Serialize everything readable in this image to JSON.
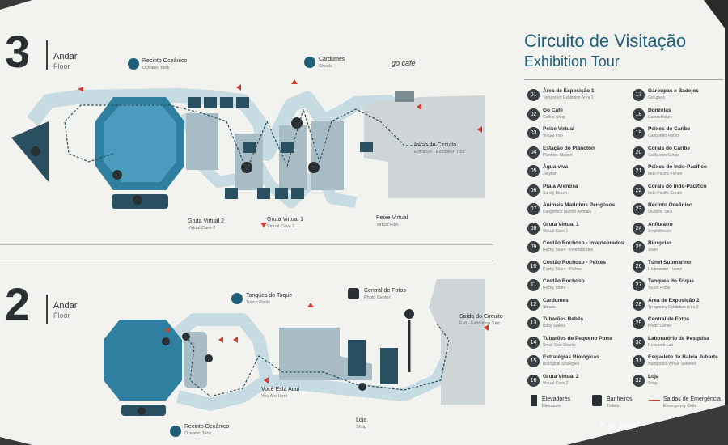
{
  "floors": [
    {
      "number": "3",
      "label": "Andar",
      "label_en": "Floor"
    },
    {
      "number": "2",
      "label": "Andar",
      "label_en": "Floor"
    }
  ],
  "title": {
    "pt": "Circuito de Visitação",
    "en": "Exhibition Tour"
  },
  "legend": [
    {
      "num": "01",
      "pt": "Área de Exposição 1",
      "en": "Temporary Exhibition Area 1"
    },
    {
      "num": "02",
      "pt": "Go Café",
      "en": "Coffee Shop"
    },
    {
      "num": "03",
      "pt": "Peixe Virtual",
      "en": "Virtual Fish"
    },
    {
      "num": "04",
      "pt": "Estação do Plâncton",
      "en": "Plankton Station"
    },
    {
      "num": "05",
      "pt": "Água-viva",
      "en": "Jellyfish"
    },
    {
      "num": "06",
      "pt": "Praia Arenosa",
      "en": "Sandy Beach"
    },
    {
      "num": "07",
      "pt": "Animais Marinhos Perigosos",
      "en": "Dangerous Marine Animals"
    },
    {
      "num": "08",
      "pt": "Gruta Virtual 1",
      "en": "Virtual Cave 1"
    },
    {
      "num": "09",
      "pt": "Costão Rochoso - Invertebrados",
      "en": "Rocky Shore - Invertebrates"
    },
    {
      "num": "10",
      "pt": "Costão Rochoso - Peixes",
      "en": "Rocky Shore - Fishes"
    },
    {
      "num": "11",
      "pt": "Costão Rochoso",
      "en": "Rocky Shore"
    },
    {
      "num": "12",
      "pt": "Cardumes",
      "en": "Shoals"
    },
    {
      "num": "13",
      "pt": "Tubarões Bebês",
      "en": "Baby Sharks"
    },
    {
      "num": "14",
      "pt": "Tubarões de Pequeno Porte",
      "en": "Small Size Sharks"
    },
    {
      "num": "15",
      "pt": "Estratégias Biológicas",
      "en": "Biological Strategies"
    },
    {
      "num": "16",
      "pt": "Gruta Virtual 2",
      "en": "Virtual Cave 2"
    },
    {
      "num": "17",
      "pt": "Garoupas e Badejos",
      "en": "Groupers"
    },
    {
      "num": "18",
      "pt": "Donzelas",
      "en": "Damselfishes"
    },
    {
      "num": "19",
      "pt": "Peixes do Caribe",
      "en": "Caribbean Fishes"
    },
    {
      "num": "20",
      "pt": "Corais do Caribe",
      "en": "Caribbean Corals"
    },
    {
      "num": "21",
      "pt": "Peixes do Indo-Pacífico",
      "en": "Indo-Pacific Fishes"
    },
    {
      "num": "22",
      "pt": "Corais do Indo-Pacífico",
      "en": "Indo-Pacific Corals"
    },
    {
      "num": "23",
      "pt": "Recinto Oceânico",
      "en": "Oceanic Tank"
    },
    {
      "num": "24",
      "pt": "Anfiteatro",
      "en": "Amphitheater"
    },
    {
      "num": "25",
      "pt": "Biosprias",
      "en": "Sliver"
    },
    {
      "num": "26",
      "pt": "Túnel Submarino",
      "en": "Underwater Tunnel"
    },
    {
      "num": "27",
      "pt": "Tanques do Toque",
      "en": "Touch Pools"
    },
    {
      "num": "28",
      "pt": "Área de Exposição 2",
      "en": "Temporary Exhibition Area 2"
    },
    {
      "num": "29",
      "pt": "Central de Fotos",
      "en": "Photo Center"
    },
    {
      "num": "30",
      "pt": "Laboratório de Pesquisa",
      "en": "Research Lab"
    },
    {
      "num": "31",
      "pt": "Esqueleto da Baleia Jubarte",
      "en": "Humpback Whale Skeleton"
    },
    {
      "num": "32",
      "pt": "Loja",
      "en": "Shop"
    }
  ],
  "footer_legend": {
    "elevators": {
      "pt": "Elevadores",
      "en": "Elevators"
    },
    "restrooms": {
      "pt": "Banheiros",
      "en": "Toilets"
    },
    "exits": {
      "pt": "Saídas de Emergência",
      "en": "Emergency Exits"
    }
  },
  "map3": {
    "recinto": {
      "pt": "Recinto Oceânico",
      "en": "Oceanic Tank"
    },
    "cardumes": {
      "pt": "Cardumes",
      "en": "Shoals"
    },
    "gocafe": "go café",
    "inicio": {
      "pt": "Início do Circuito",
      "en": "Entrance - Exhibition Tour"
    },
    "gruta2": {
      "pt": "Gruta Virtual 2",
      "en": "Virtual Cave 2"
    },
    "gruta1": {
      "pt": "Gruta Virtual 1",
      "en": "Virtual Cave 1"
    },
    "peixe": {
      "pt": "Peixe Virtual",
      "en": "Virtual Fish"
    }
  },
  "map2": {
    "tanques": {
      "pt": "Tanques do Toque",
      "en": "Touch Pools"
    },
    "fotos": {
      "pt": "Central de Fotos",
      "en": "Photo Center"
    },
    "saida": {
      "pt": "Saída do Circuito",
      "en": "Exit - Exhibition Tour"
    },
    "voce": {
      "pt": "Você Está Aqui",
      "en": "You Are Here"
    },
    "loja": {
      "pt": "Loja",
      "en": "Shop"
    },
    "recinto": {
      "pt": "Recinto Oceânico",
      "en": "Oceanic Tank"
    }
  },
  "watermark": "E aí, bora!",
  "colors": {
    "accent": "#1f5f78",
    "water": "#7fb3c8",
    "path": "#c7dbe3",
    "exit": "#d23b2e"
  }
}
